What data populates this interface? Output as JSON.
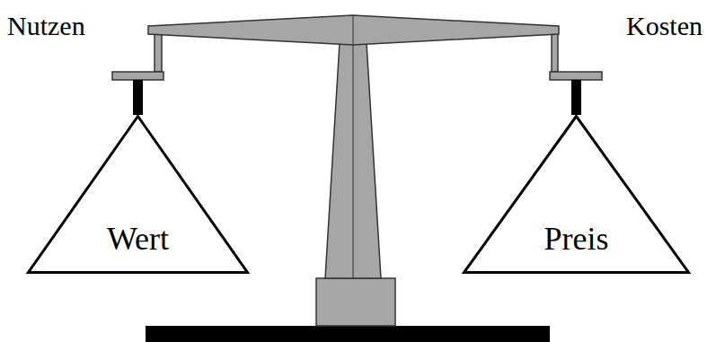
{
  "diagram": {
    "nodes": [
      {
        "text": [
          "Wert"
        ]
      },
      {
        "text": [
          "Preis"
        ]
      }
    ],
    "labels": [
      "Nutzen",
      "Kosten"
    ]
  }
}
